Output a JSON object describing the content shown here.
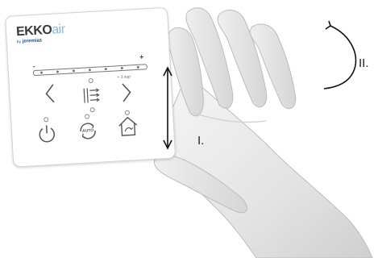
{
  "device": {
    "logo": {
      "brand_main": "EKKO",
      "brand_accent": "air",
      "by": "by",
      "maker": "jeremias"
    },
    "slider": {
      "min_label": "-",
      "max_label": "+"
    },
    "boost_label": "+ 3 sup",
    "icons": [
      "chevron-left-icon",
      "fan-mode-icon",
      "chevron-right-icon",
      "power-icon",
      "auto-mode-icon",
      "home-away-icon"
    ],
    "auto_label": "AUTO"
  },
  "annotations": {
    "vertical_label": "I.",
    "rotation_label": "II."
  },
  "colors": {
    "brand_blue": "#1a4f92",
    "brand_light": "#8ab8d8",
    "icon_gray": "#555555",
    "hand_tone": "#e9e9e9"
  }
}
